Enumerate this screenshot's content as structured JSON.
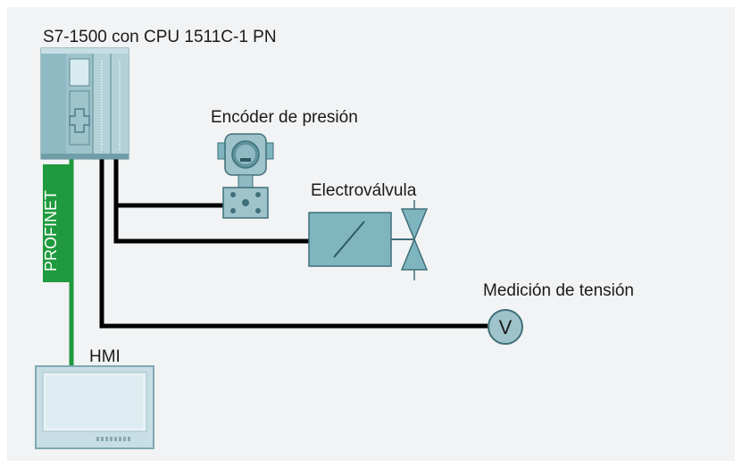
{
  "plc": {
    "title": "S7-1500 con CPU 1511C-1 PN"
  },
  "network": {
    "label": "PROFINET"
  },
  "devices": {
    "encoder": "Encóder de presión",
    "valve": "Electroválvula",
    "voltage": "Medición de tensión",
    "voltage_symbol": "V",
    "hmi": "HMI"
  },
  "colors": {
    "background": "#f2f3f4",
    "profinet_green": "#1f9a3e",
    "cable": "#000000",
    "device_teal": "#7fb5bf",
    "device_dark": "#3f6f7a"
  },
  "icons": {
    "plc": "plc-rack-icon",
    "encoder": "pressure-transmitter-icon",
    "valve": "solenoid-valve-icon",
    "voltmeter": "voltmeter-icon",
    "hmi": "hmi-panel-icon"
  }
}
